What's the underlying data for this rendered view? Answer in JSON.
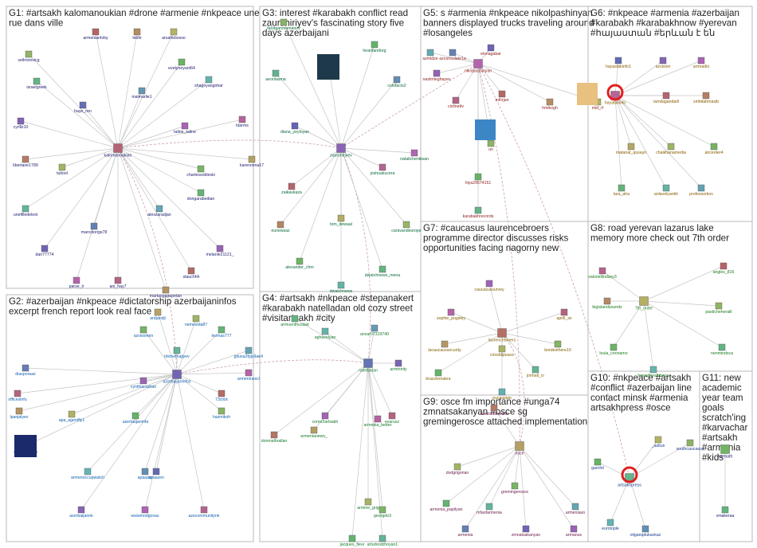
{
  "groups": [
    {
      "id": "G1",
      "title_lines": [
        "G1: #artsakh kalomanoukian #drone #armenie #nkpeace une",
        "rue dans ville"
      ],
      "label_color": "#1a1a6e",
      "nodes": [
        "armeniantvby",
        "lebfe",
        "arsahkbosso",
        "vellmirovicg",
        "evetyneyant64",
        "israelgreek",
        "shagoyangohar",
        "malmarlie1",
        "haye_ren",
        "cyrillz10",
        "taline_taline",
        "ktarms",
        "kalomanoukian",
        "libertaire1789",
        "karenovna17",
        "tuitool",
        "charlessobleski",
        "dongarabedian",
        "unefilledelest",
        "alexzaradjan",
        "marcolorigs78",
        "dan77774",
        "melanle21121_",
        "parse_lr",
        "ani_hay7",
        "stauchhh",
        "martasgapapetan"
      ]
    },
    {
      "id": "G2",
      "title_lines": [
        "G2: #azerbaijan #nkpeace #dictatorship azerbaijaninfos",
        "excerpt french report look real face"
      ],
      "label_color": "#1060b0",
      "nodes": [
        "ardjandji",
        "nemesida87",
        "azvisionen",
        "levmas777",
        "hikmethajiyev",
        "jplusa2fpjv9ae4",
        "diasporaaz",
        "azerbaijaninfos",
        "cynthiacadran",
        "armentuescl",
        "officesinfu",
        "73click",
        "lpanjalyev",
        "apa_agentfly1",
        "hazmikoh",
        "azerbaijanmfa",
        "azerbaijanpa",
        "armenoccupwatch",
        "apaazru",
        "apaazen",
        "azerbaijannk",
        "wwwmodgovaz",
        "azecommunitynk"
      ]
    },
    {
      "id": "G3",
      "title_lines": [
        "G3: interest #karabakh conflict read",
        "zaurshiriyev's fascinating story five",
        "days azerbaijani"
      ],
      "label_color": "#0a6a3a",
      "nodes": [
        "faridganmamanov",
        "heartlandorg",
        "aeonlasma",
        "crisisgroup",
        "colofacts2",
        "diana_yeyloyan",
        "zaurshiriyev",
        "natalichenkisan",
        "joshuakucera",
        "zaikavkaza",
        "eunewsaz",
        "tom_dewaal",
        "caravandeurope",
        "alexander_chm",
        "dwatchnews_mena",
        "dwatchnews"
      ]
    },
    {
      "id": "G4",
      "title_lines": [
        "G4: #artsakh #nkpeace #stepanakert",
        "#karabakh natelladan old cozy street",
        "#visitartsakh #city"
      ],
      "label_color": "#157a2c",
      "nodes": [
        "armuenthusiast",
        "aghavelyan",
        "anvar07319740",
        "natelladan",
        "armtrinity",
        "come2artsakh",
        "armenia_better",
        "evarusz",
        "donmalhrallan",
        "armenianews_",
        "armine_grig",
        "georgeb3",
        "jacques_fleur",
        "arturkodzhoyan1"
      ]
    },
    {
      "id": "G5",
      "title_lines": [
        "G5: s #armenia #nkpeace nikolpashinyan",
        "banners displayed trucks traveling around",
        "#losangeles"
      ],
      "label_color": "#8b1a1a",
      "nodes": [
        "azmidze",
        "azconsulate1a",
        "elsnagabar",
        "nastmleghayev",
        "nikolpashinyan",
        "civilnettv",
        "mihrjan",
        "hmikogh",
        "mid_rf",
        "un",
        "hiya29574151",
        "karabakhrecords"
      ]
    },
    {
      "id": "G6",
      "title_lines": [
        "G6: #nkpeace #armenia #azerbaijan",
        "#karabakh #karabakhnow #yerevan",
        "#հայաստան #երևան է են"
      ],
      "label_color": "#8b5a00",
      "nodes": [
        "hayastakinfo1",
        "azvision",
        "armradio",
        "hayatakinfo",
        "ramilagandarli",
        "smbitahmasib",
        "matanat_qusayn",
        "chaikhanamedia",
        "aircenter4",
        "lara_aha",
        "anlavelyankh",
        "professorkos"
      ]
    },
    {
      "id": "G7",
      "title_lines": [
        "G7: #caucasus laurencebroers",
        "programme director discusses risks",
        "opportunities facing nagorny new"
      ],
      "label_color": "#806000",
      "nodes": [
        "caucasussurvey",
        "sophie_pugsley",
        "aprill_ss",
        "laurencebroers",
        "lacaucaussecurity",
        "crisoldipeace",
        "bordesthere10",
        "brazzlemakra",
        "jonhall_cr",
        "eucaspian"
      ]
    },
    {
      "id": "G8",
      "title_lines": [
        "G8: road yerevan lazarus lake",
        "memory more check out 7th order"
      ],
      "label_color": "#1a7a1a",
      "nodes": [
        "valoriellindsey3",
        "angles_816",
        "bigislandsounds",
        "7th_order",
        "pasticheheraill",
        "loula_cennamo",
        "nenmindsca",
        "hawaiihealnowcv"
      ]
    },
    {
      "id": "G9",
      "title_lines": [
        "G9: osce fm importance #unga74",
        "zmnatsakanyan #osce sg",
        "gremingerosce attached implementation"
      ],
      "label_color": "#6a1a4a",
      "nodes": [
        "azmlsofarrmelo",
        "osce",
        "dvdgrigorian",
        "gremingerosce",
        "armenia_papilyan",
        "mfaofarmenia",
        "armeniaun",
        "armenia",
        "zmnatsakanyan",
        "armanus"
      ]
    },
    {
      "id": "G10",
      "title_lines": [
        "G10: #nkpeace #artsakh",
        "#conflict #azerbaijan line",
        "contact minsk #armenia",
        "artsakhpress #osce"
      ],
      "label_color": "#1a3a8a",
      "nodes": [
        "_asltus",
        "southcaucasus",
        "garolnt",
        "artsakhpress",
        "eurotople",
        "oliganqdukavkaz"
      ]
    },
    {
      "id": "G11",
      "title_lines": [
        "G11: new",
        "academic",
        "year team",
        "goals",
        "scratch'ing",
        "#karvachar",
        "#artsakh",
        "#armenia",
        "#kids"
      ],
      "label_color": "#1a1a6e",
      "nodes": [
        "zarmath",
        "vmakeraa"
      ]
    }
  ],
  "colors": {
    "edge": "#c4c4c4",
    "edge_cross": "#cc9fa8",
    "panel_border": "#b9b9b9",
    "title": "#222222"
  }
}
